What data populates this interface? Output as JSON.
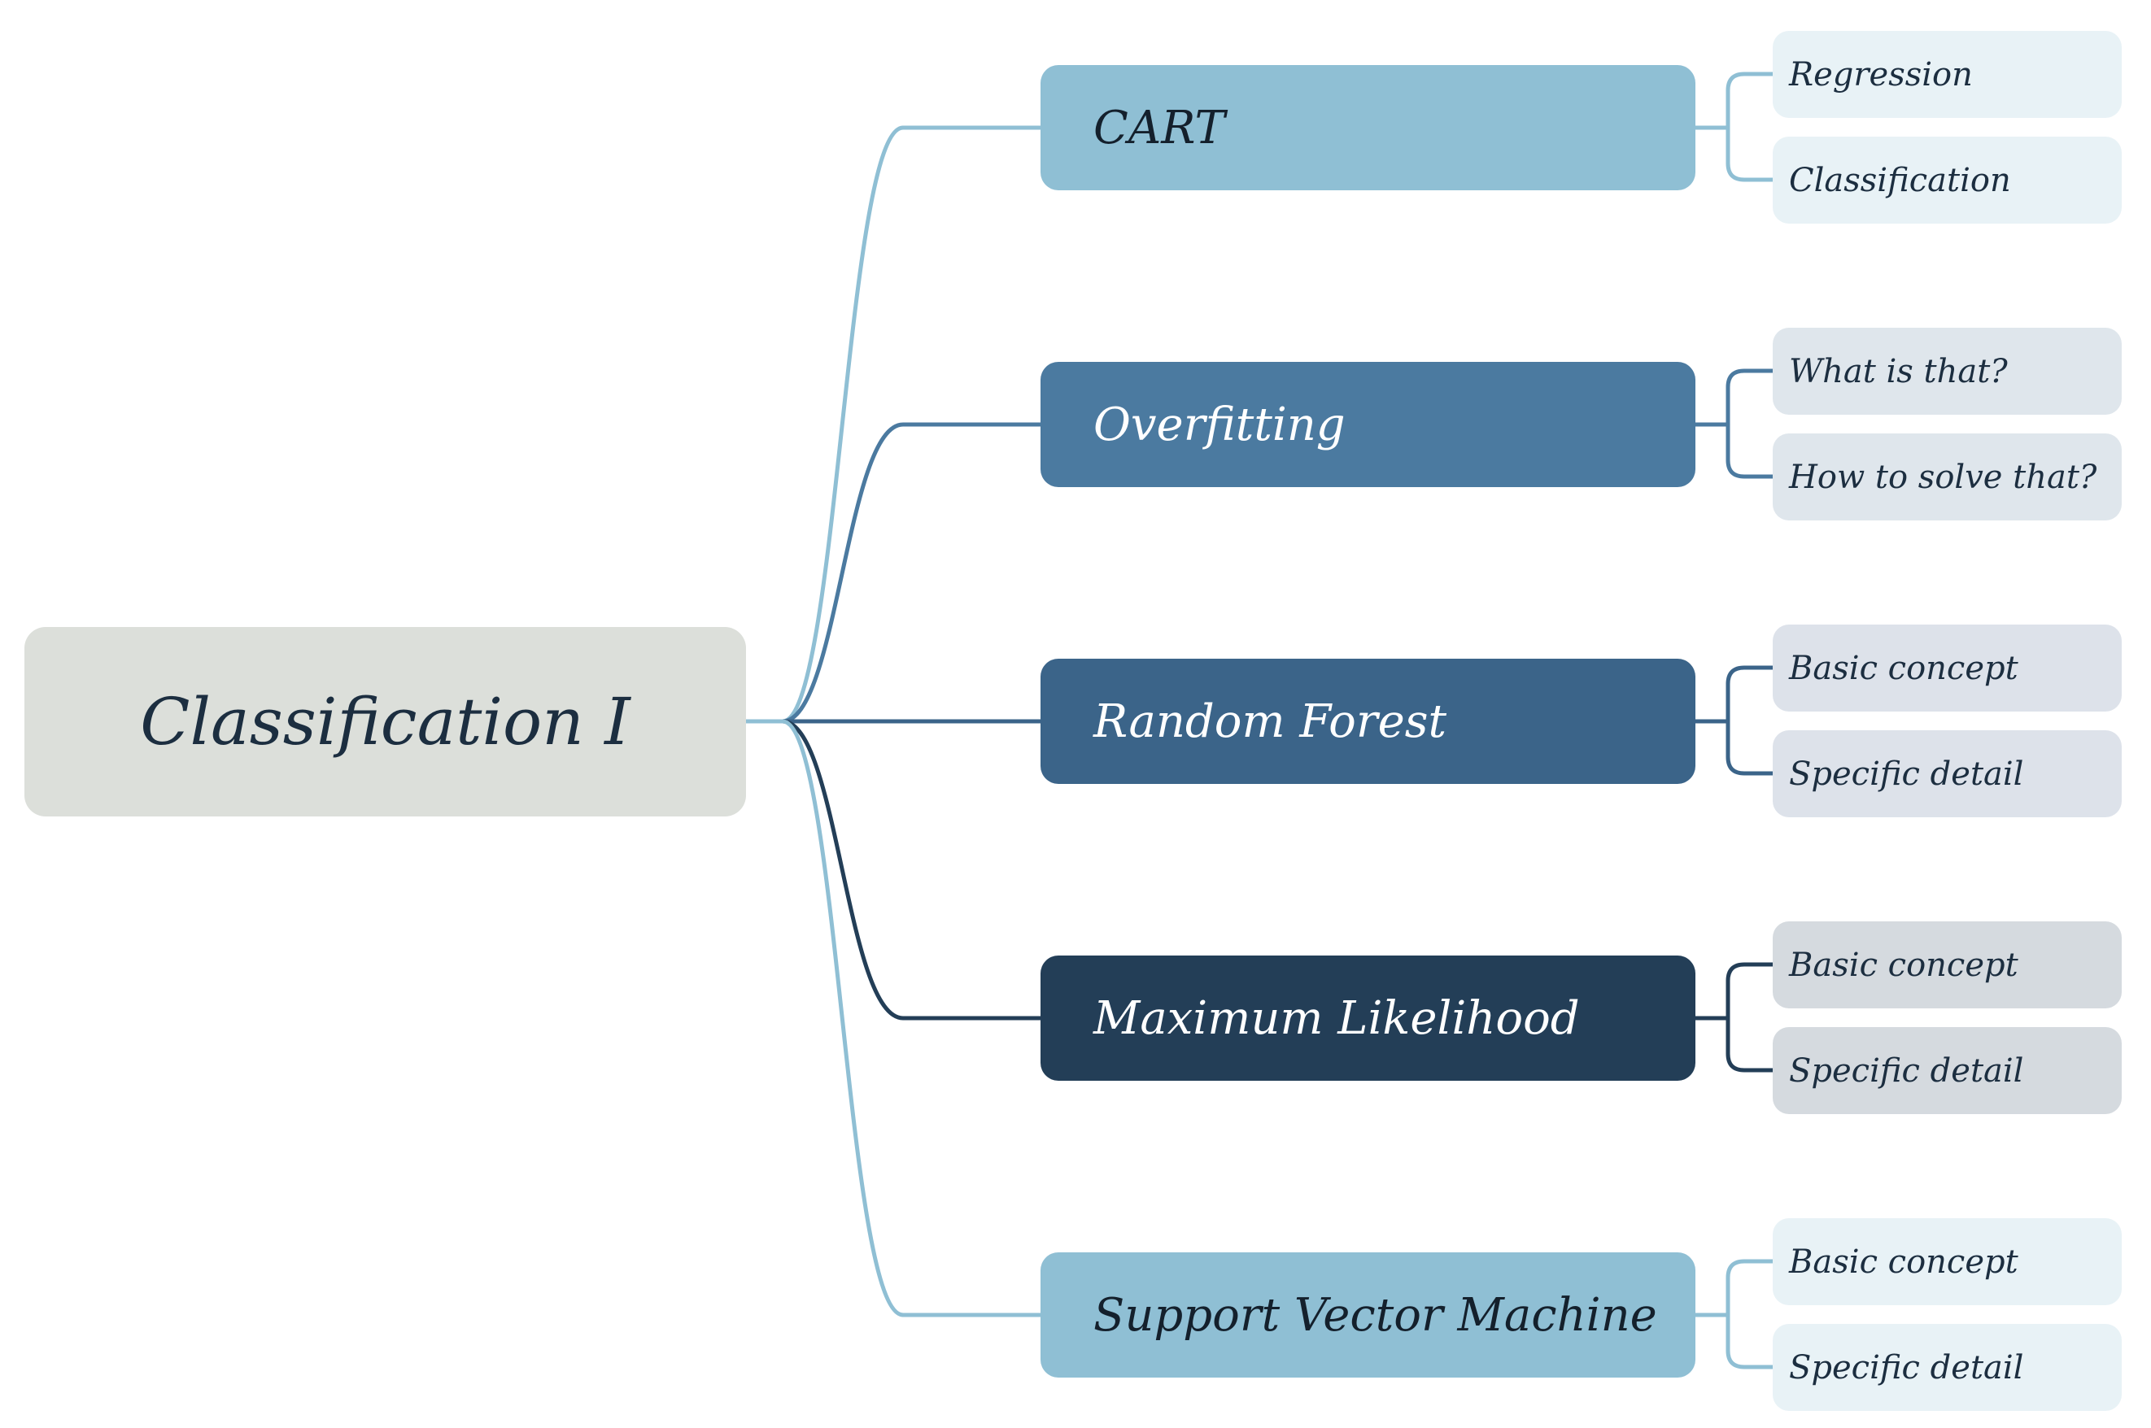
{
  "root": {
    "label": "Classification I",
    "color": "#dcdfda"
  },
  "branches": [
    {
      "label": "CART",
      "fill": "#8fbfd4",
      "text_color": "#14202c",
      "line_color": "#8fbfd4",
      "leaf_fill": "#e8f2f6",
      "children": [
        "Regression",
        "Classification"
      ]
    },
    {
      "label": "Overfitting",
      "fill": "#4b7aa0",
      "text_color": "#ffffff",
      "line_color": "#4b7aa0",
      "leaf_fill": "#dfe6ec",
      "children": [
        "What is that?",
        "How to solve that?"
      ]
    },
    {
      "label": "Random Forest",
      "fill": "#3b6489",
      "text_color": "#ffffff",
      "line_color": "#3b6489",
      "leaf_fill": "#dde2ea",
      "children": [
        "Basic concept",
        "Specific detail"
      ]
    },
    {
      "label": "Maximum Likelihood",
      "fill": "#233e57",
      "text_color": "#ffffff",
      "line_color": "#233e57",
      "leaf_fill": "#d5dadf",
      "children": [
        "Basic concept",
        "Specific detail"
      ]
    },
    {
      "label": "Support Vector Machine",
      "fill": "#8fbfd4",
      "text_color": "#14202c",
      "line_color": "#8fbfd4",
      "leaf_fill": "#e8f2f6",
      "children": [
        "Basic concept",
        "Specific detail"
      ]
    }
  ]
}
